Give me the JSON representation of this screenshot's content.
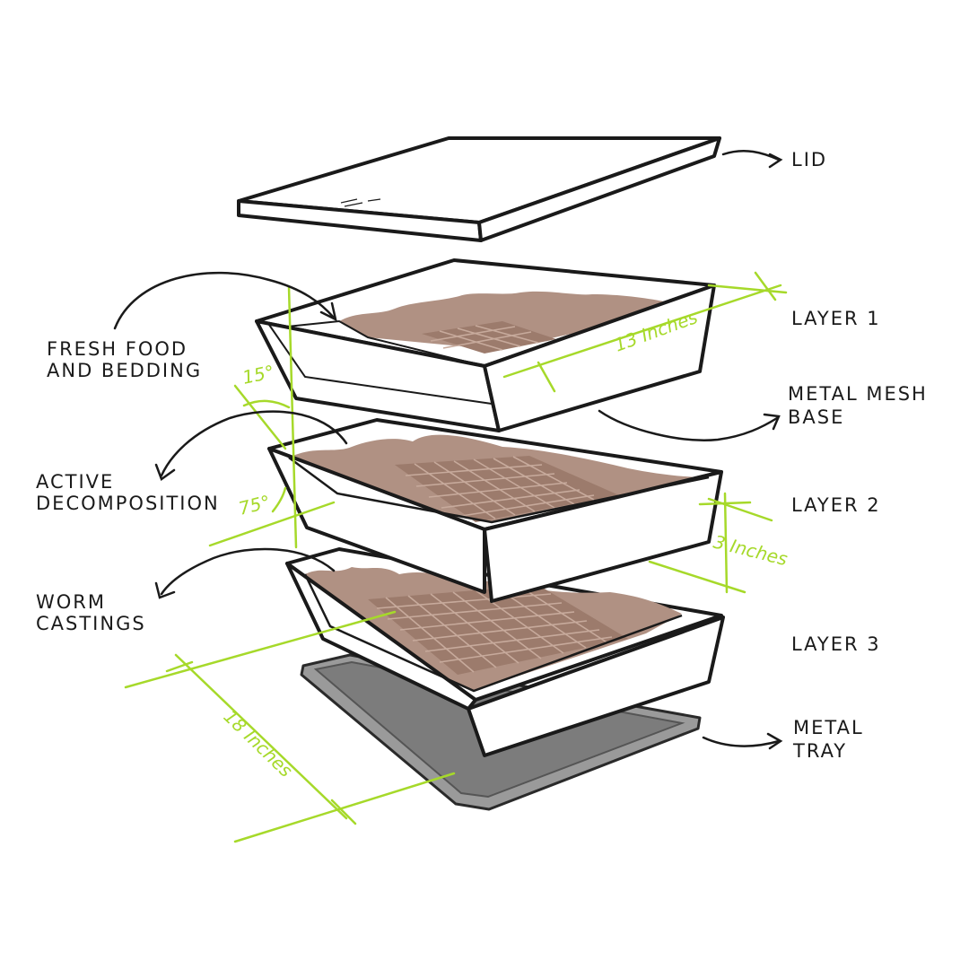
{
  "labels": {
    "lid": "LID",
    "layer1": "LAYER 1",
    "layer2": "LAYER 2",
    "layer3": "LAYER 3",
    "metal_mesh_base": [
      "METAL MESH",
      "BASE"
    ],
    "metal_tray": [
      "METAL",
      "TRAY"
    ],
    "fresh_food": [
      "FRESH FOOD",
      "AND BEDDING"
    ],
    "active_decomposition": [
      "ACTIVE",
      "DECOMPOSITION"
    ],
    "worm_castings": [
      "WORM",
      "CASTINGS"
    ]
  },
  "dimensions": {
    "width": "13 Inches",
    "height": "3 Inches",
    "length": "18 Inches",
    "angle_top": "15°",
    "angle_bottom": "75°"
  },
  "colors": {
    "dimension_green": "#a6d92a",
    "ink": "#1a1a1a",
    "soil": "#b09183",
    "tray": "#8f8f8f"
  }
}
